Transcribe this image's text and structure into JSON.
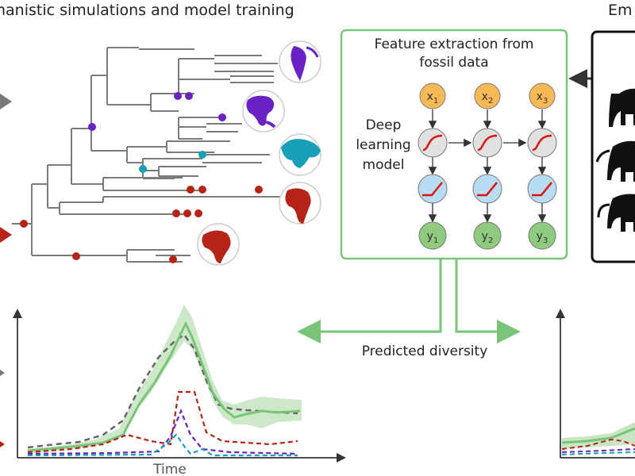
{
  "header": {
    "left_title": "hanistic simulations and model training",
    "right_title": "Em"
  },
  "model_box": {
    "title_line1": "Feature extraction from",
    "title_line2": "fossil data",
    "side_label_line1": "Deep",
    "side_label_line2": "learning",
    "side_label_line3": "model",
    "inputs": [
      "x1",
      "x2",
      "x3"
    ],
    "outputs": [
      "y1",
      "y2",
      "y3"
    ]
  },
  "predicted_label": "Predicted diversity",
  "time_label": "Time",
  "colors": {
    "green": "#7ac47a",
    "green_light": "#c8e6c3",
    "purple": "#6a22c4",
    "red": "#b52417",
    "teal": "#1a9fba",
    "orange_node": "#f7b956",
    "blue_node": "#b8ddf2",
    "gray_node": "#e1e1e1",
    "output_node": "#8fcb7e",
    "dark": "#222222",
    "tree": "#7a7a7a"
  }
}
